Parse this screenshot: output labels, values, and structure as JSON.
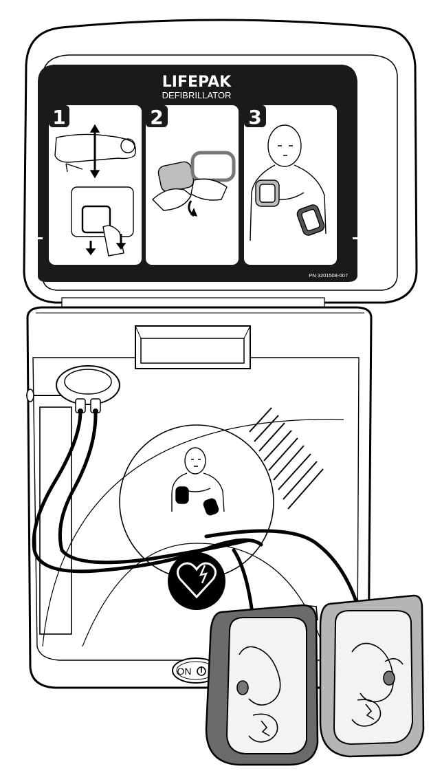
{
  "lid": {
    "brand": "LIFEPAK",
    "subtitle": "DEFIBRILLATOR",
    "steps": [
      "1",
      "2",
      "3"
    ],
    "part_number": "PN 3201508-007"
  },
  "power_button": {
    "label": "ON"
  },
  "colors": {
    "lid_panel": "#1a1a1a",
    "outline": "#000000",
    "pad_dark": "#6b6b6b",
    "pad_light": "#b5b5b5",
    "pad_sticker": "#f3f3f3"
  }
}
